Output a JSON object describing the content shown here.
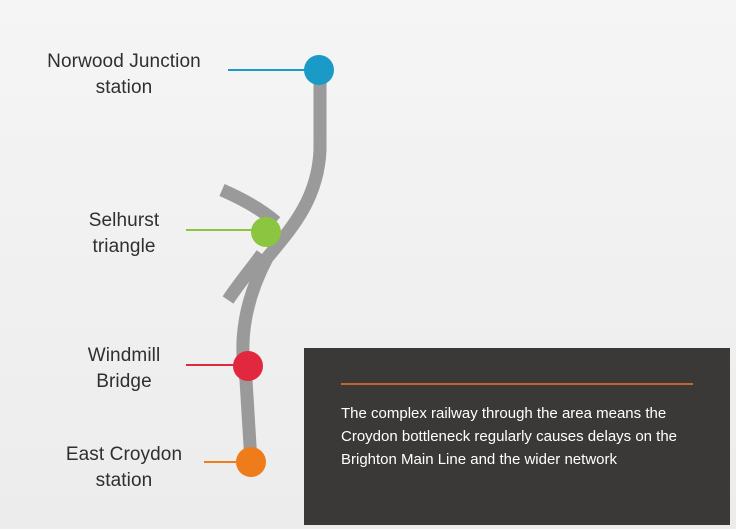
{
  "stations": [
    {
      "id": "norwood",
      "line1": "Norwood Junction",
      "line2": "station",
      "color": "#1a9ac6"
    },
    {
      "id": "selhurst",
      "line1": "Selhurst",
      "line2": "triangle",
      "color": "#8cc641"
    },
    {
      "id": "windmill",
      "line1": "Windmill",
      "line2": "Bridge",
      "color": "#e2283f"
    },
    {
      "id": "croydon",
      "line1": "East Croydon",
      "line2": "station",
      "color": "#ef7c1a"
    }
  ],
  "track_color": "#9a9a9b",
  "info": {
    "rule_color": "#c7642b",
    "text": "The complex railway through the area means the Croydon bottleneck regularly causes delays on the Brighton Main Line and the wider network"
  }
}
